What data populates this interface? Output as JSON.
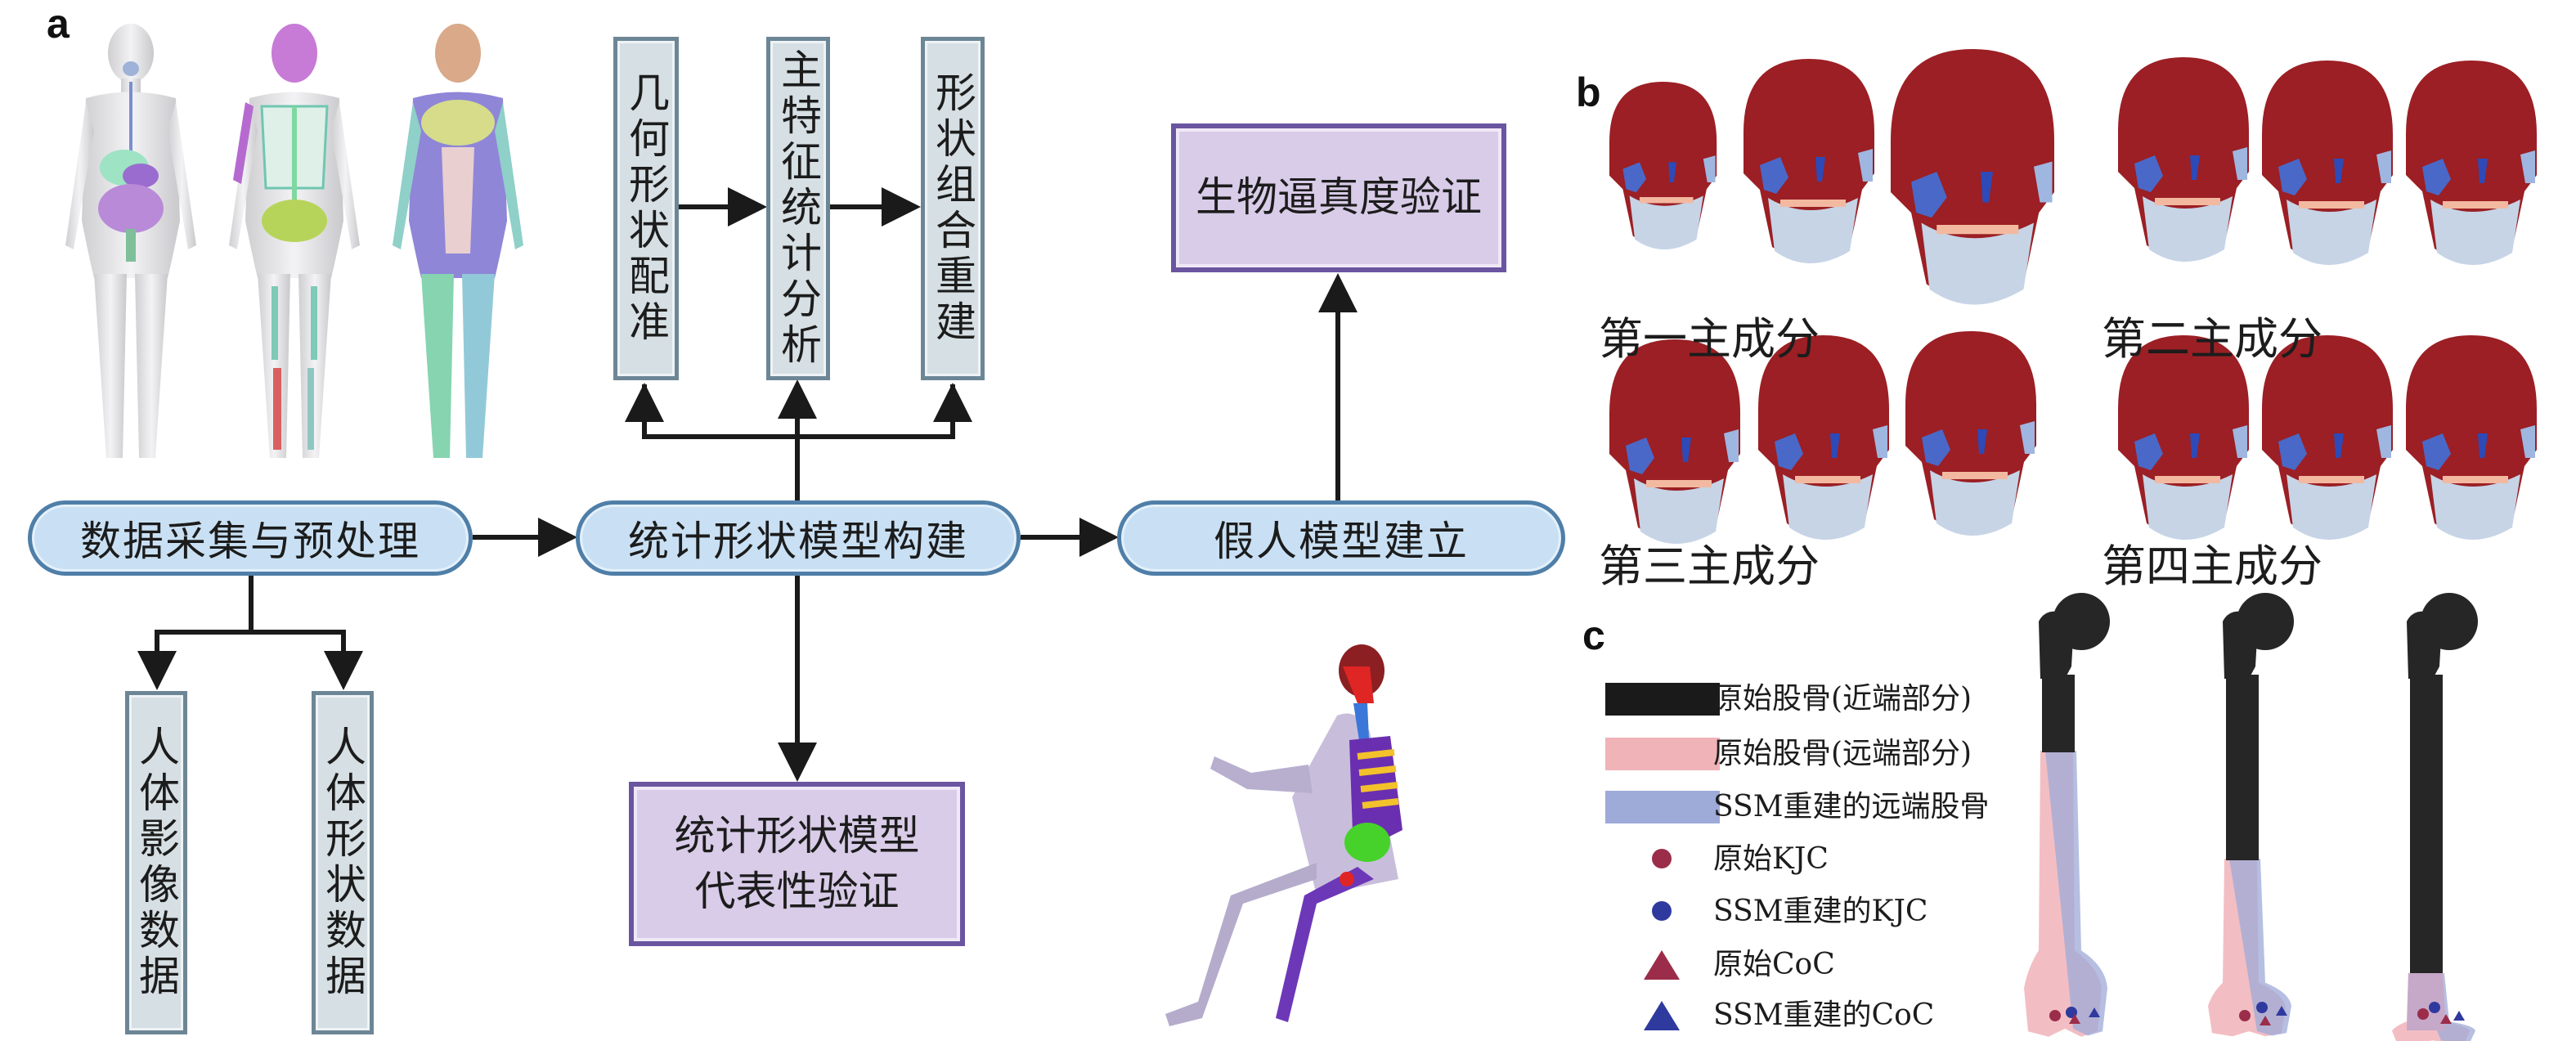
{
  "panels": {
    "a": {
      "label": "a"
    },
    "b": {
      "label": "b"
    },
    "c": {
      "label": "c"
    }
  },
  "flowchart": {
    "top_boxes": [
      {
        "id": "geometric-registration",
        "text": "几何形状配准"
      },
      {
        "id": "principal-feature-analysis",
        "text": "主特征统计分析"
      },
      {
        "id": "shape-recombination",
        "text": "形状组合重建"
      }
    ],
    "pills": [
      {
        "id": "data-collection",
        "text": "数据采集与预处理"
      },
      {
        "id": "ssm-construction",
        "text": "统计形状模型构建"
      },
      {
        "id": "dummy-model",
        "text": "假人模型建立"
      }
    ],
    "data_boxes": [
      {
        "id": "body-image-data",
        "text": "人体影像数据"
      },
      {
        "id": "body-shape-data",
        "text": "人体形状数据"
      }
    ],
    "validation_boxes": [
      {
        "id": "biofidelity-validation",
        "lines": [
          "生物逼真度验证"
        ]
      },
      {
        "id": "ssm-representativeness",
        "lines": [
          "统计形状模型",
          "代表性验证"
        ]
      }
    ],
    "images": {
      "human_models": [
        "organs-model",
        "skeleton-model",
        "muscle-model"
      ],
      "seated_dummy": "seated-human-body-model"
    }
  },
  "panel_b": {
    "principal_components": [
      {
        "label": "第一主成分"
      },
      {
        "label": "第二主成分"
      },
      {
        "label": "第三主成分"
      },
      {
        "label": "第四主成分"
      }
    ],
    "skull_colors": {
      "cranium": "#9b1f24",
      "orbit": "#4a68c8",
      "mandible": "#c6d4e6",
      "teeth": "#f3b9a0"
    }
  },
  "panel_c": {
    "legend": [
      {
        "type": "swatch",
        "color": "#1a1a1a",
        "text": "原始股骨(近端部分)"
      },
      {
        "type": "swatch",
        "color": "#f0b3b8",
        "text": "原始股骨(远端部分)"
      },
      {
        "type": "swatch",
        "color": "#9eaad8",
        "text": "SSM重建的远端股骨"
      },
      {
        "type": "circle",
        "color": "#9b2d4a",
        "text": "原始KJC"
      },
      {
        "type": "circle",
        "color": "#2f3a9e",
        "text": "SSM重建的KJC"
      },
      {
        "type": "triangle",
        "color": "#9b2d4a",
        "text": "原始CoC"
      },
      {
        "type": "triangle",
        "color": "#2f3a9e",
        "text": "SSM重建的CoC"
      }
    ],
    "femur_count": 3
  }
}
